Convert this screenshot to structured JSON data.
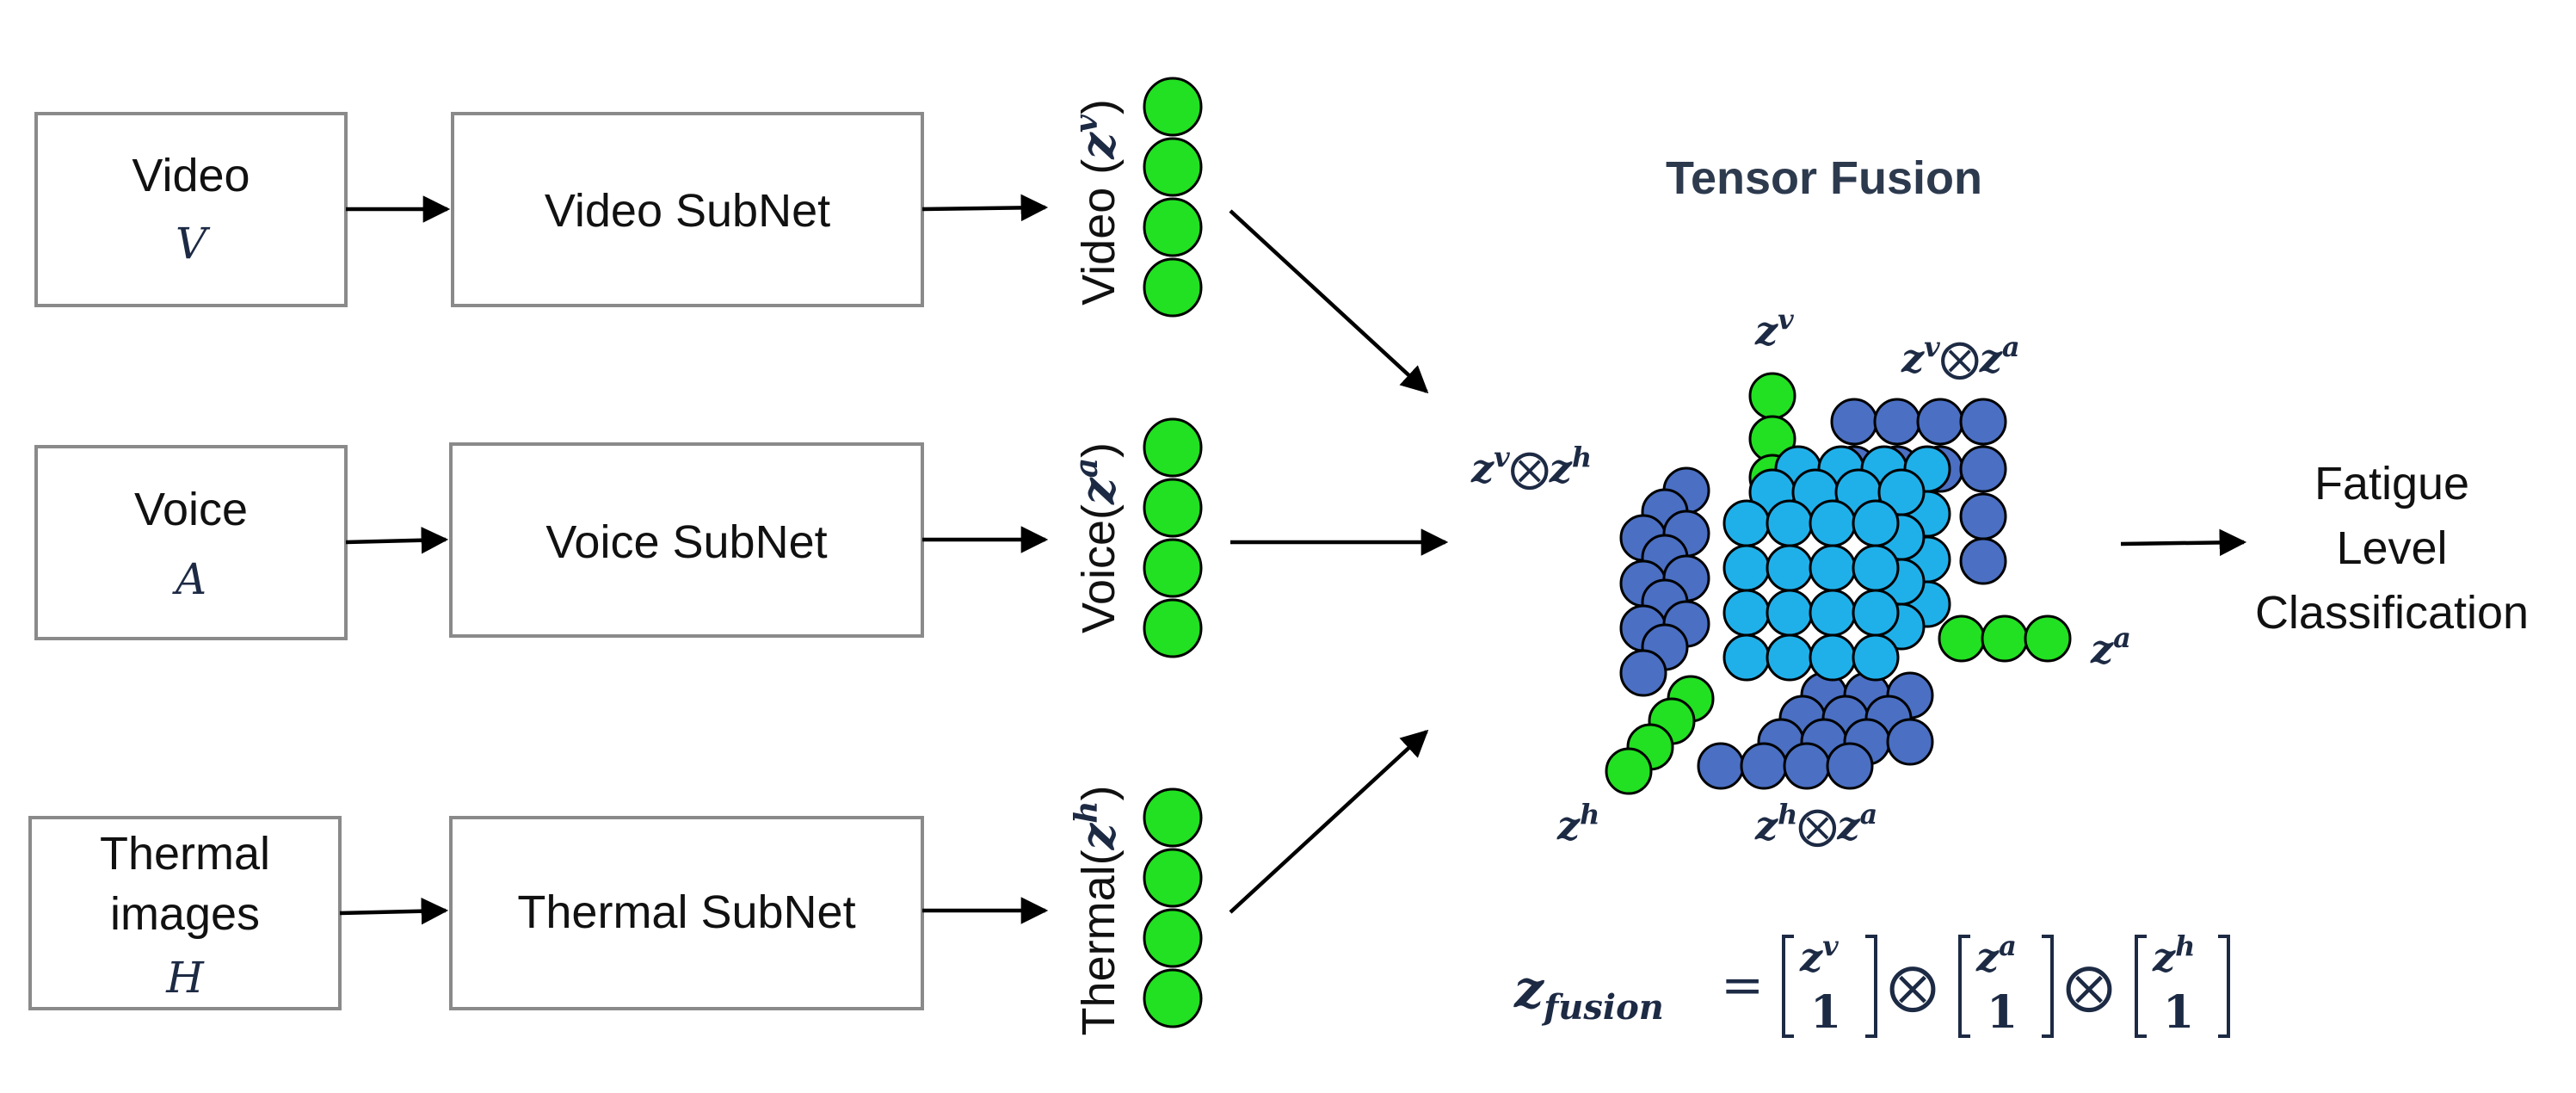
{
  "inputs": [
    {
      "label_lines": [
        "Video"
      ],
      "symbol": "V"
    },
    {
      "label_lines": [
        "Voice"
      ],
      "symbol": "A"
    },
    {
      "label_lines": [
        "Thermal",
        "images"
      ],
      "symbol": "H"
    }
  ],
  "subnets": [
    "Video SubNet",
    "Voice SubNet",
    "Thermal SubNet"
  ],
  "embeddings": [
    {
      "text": "Video ",
      "sym": "z",
      "sup": "v",
      "close": ")"
    },
    {
      "text": "Voice",
      "sym": "z",
      "sup": "a",
      "close": ")"
    },
    {
      "text": "Thermal",
      "sym": "z",
      "sup": "h",
      "close": ")"
    }
  ],
  "fusion_title": "Tensor Fusion",
  "cube_labels": {
    "zv": {
      "base": "z",
      "sup": "v"
    },
    "za": {
      "base": "z",
      "sup": "a"
    },
    "zh": {
      "base": "z",
      "sup": "h"
    },
    "zv_za": {
      "a": "z",
      "as": "v",
      "op": "⨂",
      "b": "z",
      "bs": "a"
    },
    "zv_zh": {
      "a": "z",
      "as": "v",
      "op": "⨂",
      "b": "z",
      "bs": "h"
    },
    "zh_za": {
      "a": "z",
      "as": "h",
      "op": "⨂",
      "b": "z",
      "bs": "a"
    }
  },
  "output_lines": [
    "Fatigue",
    "Level",
    "Classification"
  ],
  "formula": {
    "lhs": "z",
    "lhs_sub": "fusion",
    "equals": "=",
    "vectors": [
      {
        "top": "z",
        "top_sup": "v",
        "bottom": "1"
      },
      {
        "top": "z",
        "top_sup": "a",
        "bottom": "1"
      },
      {
        "top": "z",
        "top_sup": "h",
        "bottom": "1"
      }
    ],
    "op": "⨂"
  },
  "colors": {
    "green": "#22e022",
    "dark_blue": "#4a6fc3",
    "light_blue": "#1fb0ea",
    "text_dark": "#1d2a44",
    "box_border": "#8a8a8a"
  }
}
